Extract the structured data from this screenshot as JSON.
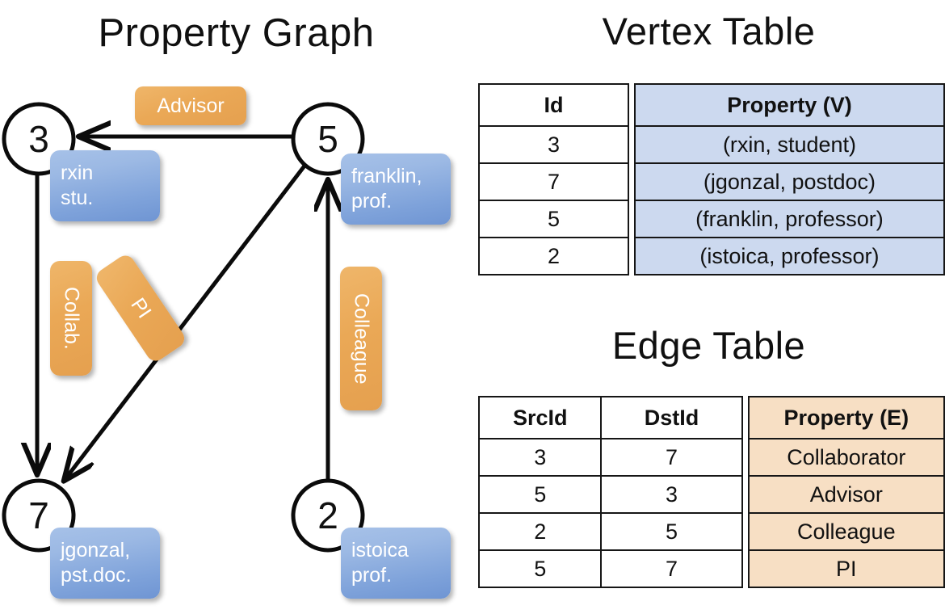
{
  "titles": {
    "property_graph": "Property Graph",
    "vertex_table": "Vertex Table",
    "edge_table": "Edge Table"
  },
  "colors": {
    "vertex_property_fill": "#ccd9ef",
    "edge_property_fill": "#f7dfc4",
    "vertex_box_fill": "#7ea2da",
    "edge_box_fill": "#eaa856",
    "stroke": "#161616"
  },
  "graph": {
    "nodes": [
      {
        "id": "3",
        "label": "3",
        "property_line1": "rxin",
        "property_line2": "stu."
      },
      {
        "id": "5",
        "label": "5",
        "property_line1": "franklin,",
        "property_line2": "prof."
      },
      {
        "id": "7",
        "label": "7",
        "property_line1": "jgonzal,",
        "property_line2": "pst.doc."
      },
      {
        "id": "2",
        "label": "2",
        "property_line1": "istoica",
        "property_line2": "prof."
      }
    ],
    "edge_labels": [
      {
        "key": "advisor",
        "label": "Advisor"
      },
      {
        "key": "collab",
        "label": "Collab."
      },
      {
        "key": "pi",
        "label": "PI"
      },
      {
        "key": "colleague",
        "label": "Colleague"
      }
    ]
  },
  "vertex_table": {
    "headers": [
      "Id",
      "Property (V)"
    ],
    "rows": [
      {
        "id": "3",
        "property": "(rxin, student)"
      },
      {
        "id": "7",
        "property": "(jgonzal, postdoc)"
      },
      {
        "id": "5",
        "property": "(franklin, professor)"
      },
      {
        "id": "2",
        "property": "(istoica, professor)"
      }
    ]
  },
  "edge_table": {
    "headers": [
      "SrcId",
      "DstId",
      "Property (E)"
    ],
    "rows": [
      {
        "src": "3",
        "dst": "7",
        "property": "Collaborator"
      },
      {
        "src": "5",
        "dst": "3",
        "property": "Advisor"
      },
      {
        "src": "2",
        "dst": "5",
        "property": "Colleague"
      },
      {
        "src": "5",
        "dst": "7",
        "property": "PI"
      }
    ]
  }
}
